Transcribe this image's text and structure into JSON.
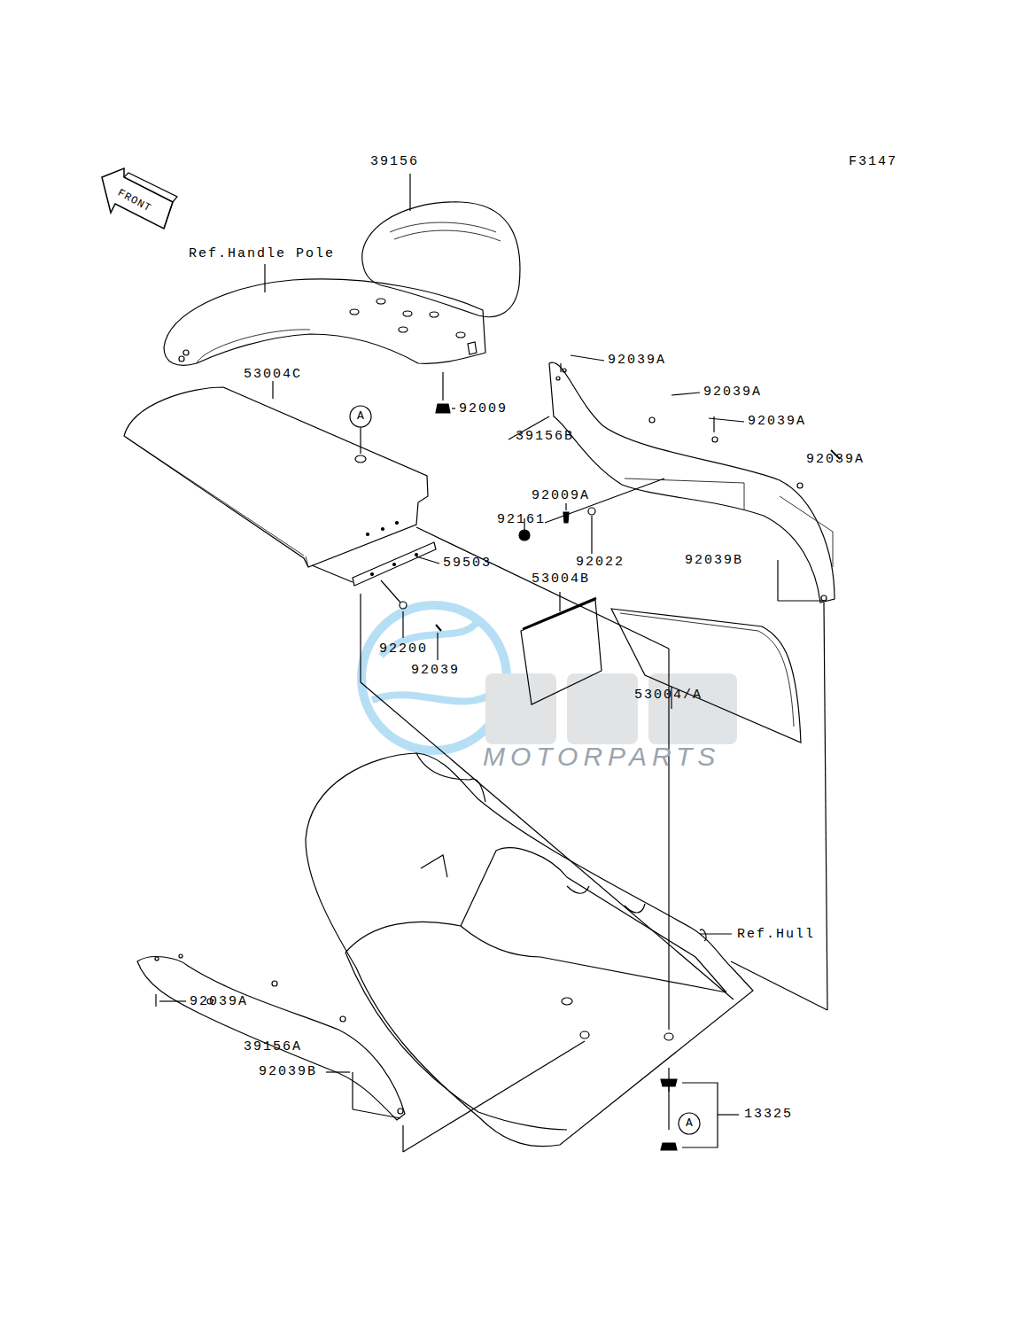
{
  "diagram": {
    "labels": [
      "F3147",
      "FRONT",
      "39156",
      "Ref.Handle Pole",
      "53004C",
      "A",
      "92009",
      "92039A",
      "92039A",
      "92039A",
      "92039A",
      "39156B",
      "92009A",
      "92161",
      "92022",
      "59503",
      "53004B",
      "92039B",
      "92200",
      "92039",
      "53004/A",
      "MOTORPARTS",
      "Ref.Hull",
      "92039A",
      "39156A",
      "92039B",
      "13325",
      "A"
    ]
  }
}
